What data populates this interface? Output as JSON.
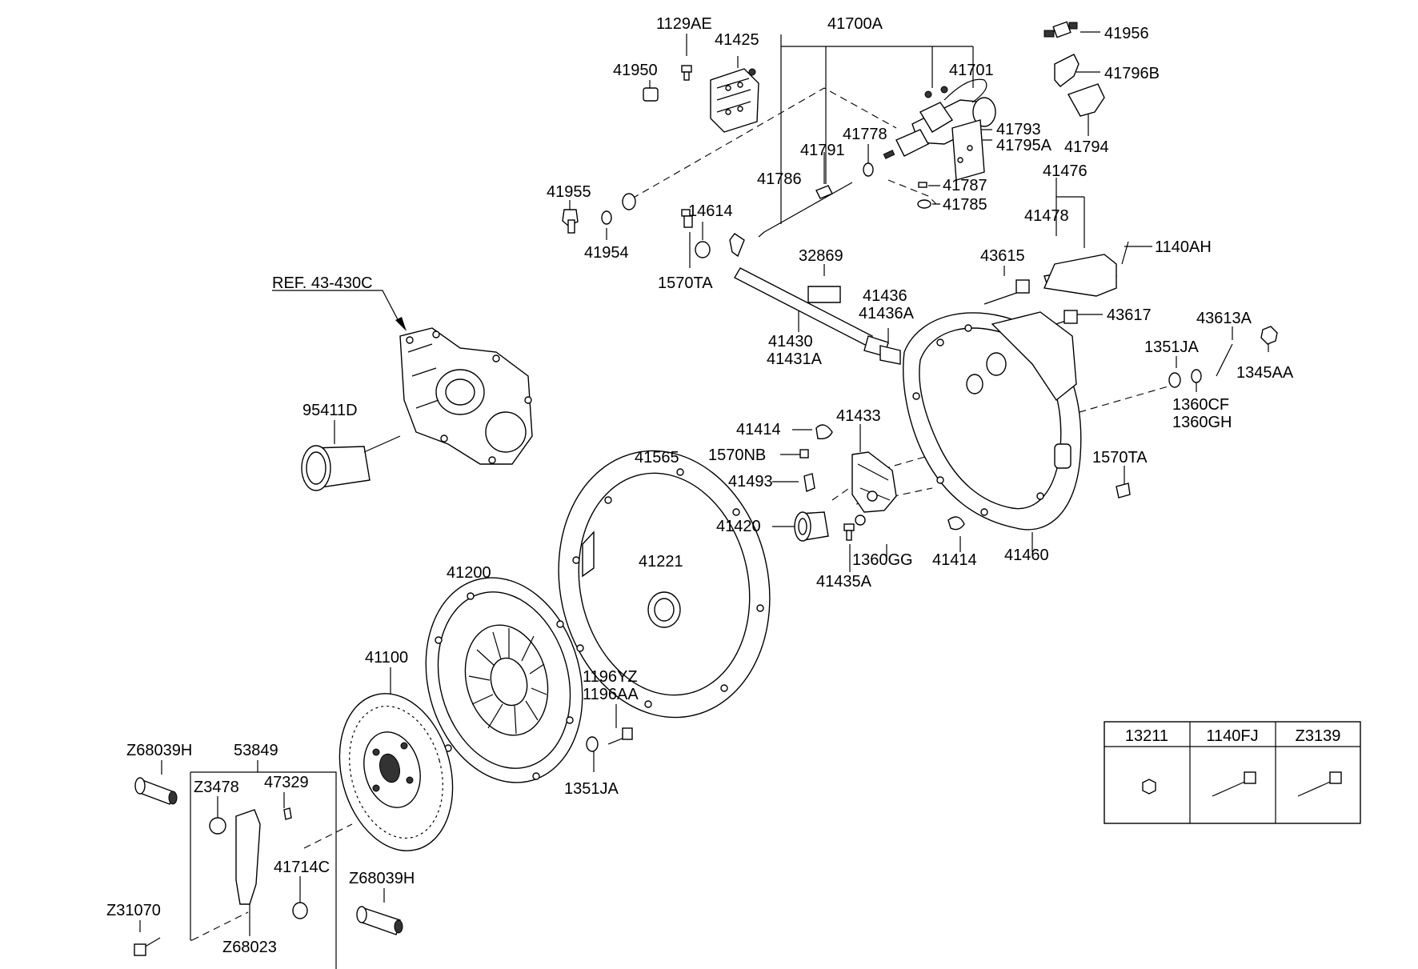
{
  "callouts": {
    "c41700A": "41700A",
    "c1129AE": "1129AE",
    "c41425": "41425",
    "c41950": "41950",
    "c41701": "41701",
    "c41956": "41956",
    "c41796B": "41796B",
    "c41793": "41793",
    "c41795A": "41795A",
    "c41794": "41794",
    "c41778": "41778",
    "c41791": "41791",
    "c41786": "41786",
    "c41787": "41787",
    "c41785": "41785",
    "c41476": "41476",
    "c41478": "41478",
    "c1140AH": "1140AH",
    "c41955": "41955",
    "c41954": "41954",
    "c14614": "14614",
    "c1570TA_a": "1570TA",
    "c32869": "32869",
    "c43615": "43615",
    "cREF": "REF. 43-430C",
    "c41436": "41436",
    "c41436A": "41436A",
    "c43617": "43617",
    "c43613A": "43613A",
    "c41430": "41430",
    "c41431A": "41431A",
    "c1351JA_a": "1351JA",
    "c1345AA": "1345AA",
    "c1360CF": "1360CF",
    "c1360GH": "1360GH",
    "c95411D": "95411D",
    "c41414_a": "41414",
    "c41433": "41433",
    "c1570NB": "1570NB",
    "c1570TA_b": "1570TA",
    "c41493": "41493",
    "c41565": "41565",
    "c41420": "41420",
    "c1360GG": "1360GG",
    "c41414_b": "41414",
    "c41460": "41460",
    "c41435A": "41435A",
    "c41221": "41221",
    "c41200": "41200",
    "c41100": "41100",
    "c1196YZ": "1196YZ",
    "c1196AA": "1196AA",
    "c1351JA_b": "1351JA",
    "cZ68039H_a": "Z68039H",
    "c53849": "53849",
    "cZ3478": "Z3478",
    "c47329": "47329",
    "c41714C": "41714C",
    "cZ68039H_b": "Z68039H",
    "cZ31070": "Z31070",
    "cZ68023": "Z68023"
  },
  "table": {
    "headers": [
      "13211",
      "1140FJ",
      "Z3139"
    ]
  }
}
